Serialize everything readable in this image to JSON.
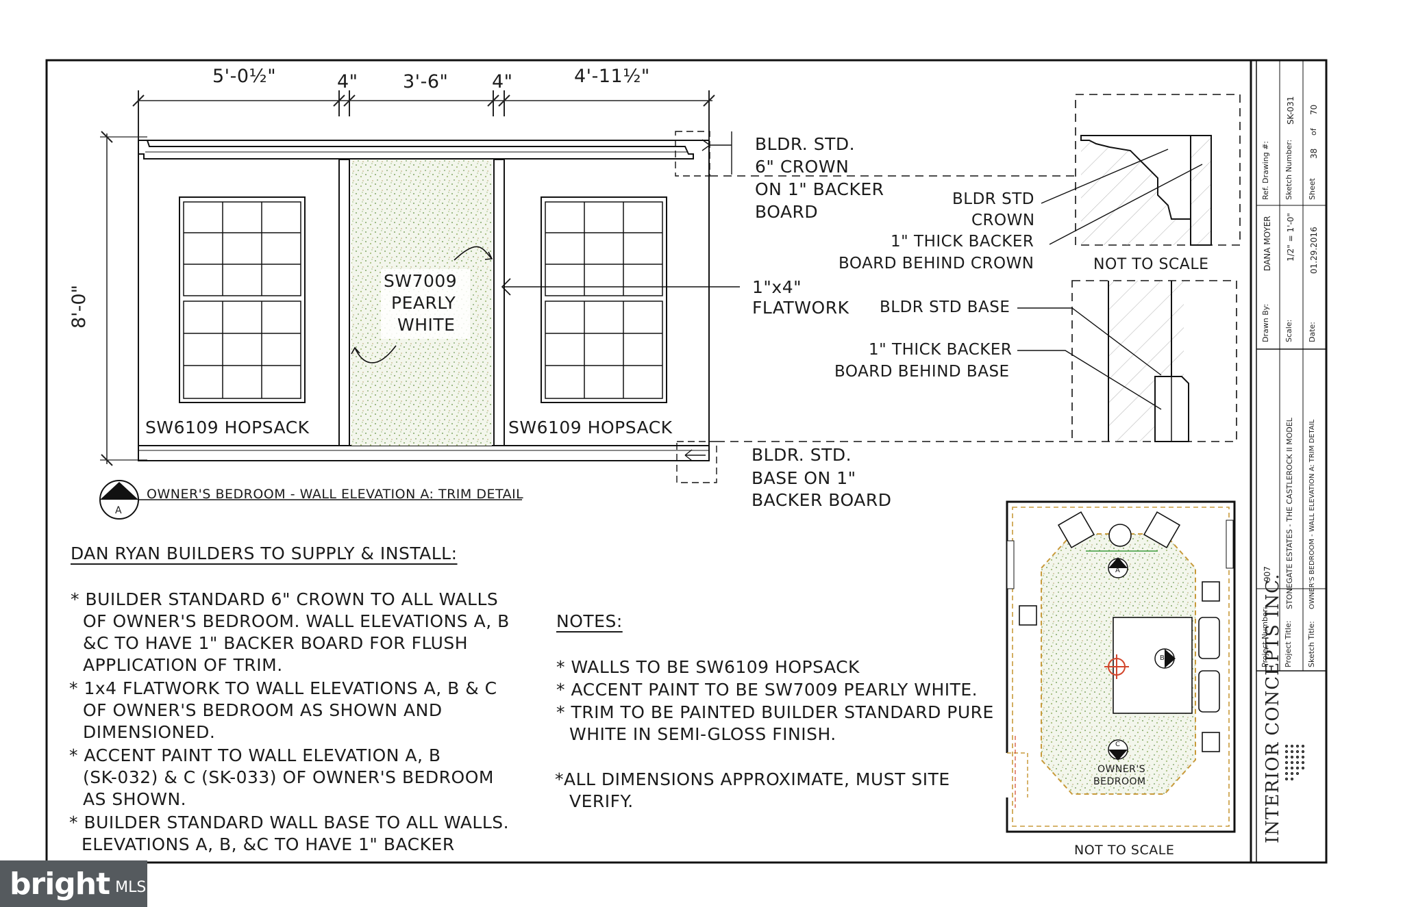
{
  "elevation": {
    "dims": [
      "5'-0½\"",
      "4\"",
      "3'-6\"",
      "4\"",
      "4'-11½\""
    ],
    "height_dim": "8'-0\"",
    "paint_left": "SW6109 HOPSACK",
    "paint_right": "SW6109 HOPSACK",
    "accent": [
      "SW7009",
      "PEARLY",
      "WHITE"
    ],
    "title_mark": "A",
    "title": "OWNER'S BEDROOM - WALL ELEVATION A: TRIM DETAIL"
  },
  "callouts": {
    "crown": [
      "BLDR. STD.",
      "6\" CROWN",
      "ON 1\" BACKER",
      "BOARD"
    ],
    "flatwork": [
      "1\"x4\"",
      "FLATWORK"
    ],
    "base": [
      "BLDR. STD.",
      "BASE ON 1\"",
      "BACKER BOARD"
    ]
  },
  "crown_detail": {
    "labels": [
      "BLDR STD",
      "CROWN",
      "1\" THICK BACKER",
      "BOARD BEHIND CROWN"
    ],
    "scale_note": "NOT TO SCALE"
  },
  "base_detail": {
    "labels": [
      "BLDR STD BASE",
      "1\" THICK BACKER",
      "BOARD BEHIND BASE"
    ]
  },
  "supply": {
    "heading": "DAN RYAN BUILDERS TO SUPPLY & INSTALL:",
    "lines": [
      "* BUILDER STANDARD 6\" CROWN TO ALL WALLS",
      "OF OWNER'S BEDROOM. WALL ELEVATIONS A, B",
      "&C TO HAVE  1\" BACKER BOARD FOR FLUSH",
      "APPLICATION OF TRIM.",
      "*  1x4 FLATWORK TO WALL ELEVATIONS A, B & C",
      "OF OWNER'S BEDROOM AS SHOWN AND",
      "DIMENSIONED.",
      "* ACCENT PAINT TO WALL ELEVATION A, B",
      "(SK-032) & C (SK-033) OF OWNER'S BEDROOM",
      "AS SHOWN.",
      "* BUILDER STANDARD WALL BASE TO ALL WALLS.",
      "ELEVATIONS A, B, &C TO HAVE  1\" BACKER"
    ]
  },
  "notes": {
    "heading": "NOTES:",
    "lines": [
      "* WALLS TO BE SW6109 HOPSACK",
      "* ACCENT PAINT TO BE SW7009 PEARLY WHITE.",
      "* TRIM TO BE PAINTED BUILDER STANDARD PURE",
      "WHITE IN SEMI-GLOSS FINISH.",
      "*ALL DIMENSIONS APPROXIMATE, MUST SITE",
      "VERIFY."
    ]
  },
  "plan": {
    "room_label": [
      "OWNER'S",
      "BEDROOM"
    ],
    "marks": [
      "A",
      "B",
      "C"
    ],
    "scale_note": "NOT TO SCALE"
  },
  "title_block": {
    "company": "INTERIOR CONCEPTS INC.",
    "project_number_label": "Project Number:",
    "project_number": "907",
    "project_title_label": "Project Title:",
    "project_title": "STONEGATE ESTATES - THE CASTLEROCK II MODEL",
    "sketch_title_label": "Sketch Title:",
    "sketch_title": "OWNER'S BEDROOM - WALL ELEVATION A: TRIM DETAIL",
    "drawn_by_label": "Drawn By:",
    "drawn_by": "DANA MOYER",
    "ref_label": "Ref. Drawing #:",
    "ref": "",
    "scale_label": "Scale:",
    "scale": "1/2\" = 1'-0\"",
    "sketch_number_label": "Sketch Number:",
    "sketch_number": "SK-031",
    "date_label": "Date:",
    "date": "01.29.2016",
    "sheet_label": "Sheet",
    "sheet": "38",
    "of_label": "of",
    "sheet_total": "70"
  },
  "watermark": {
    "brand": "bright",
    "suffix": "MLS"
  },
  "colors": {
    "ink": "#1b1b1b",
    "accent_fill": "#d9e6c4",
    "plan_dash": "#c89a3a",
    "marker": "#d2452b"
  }
}
